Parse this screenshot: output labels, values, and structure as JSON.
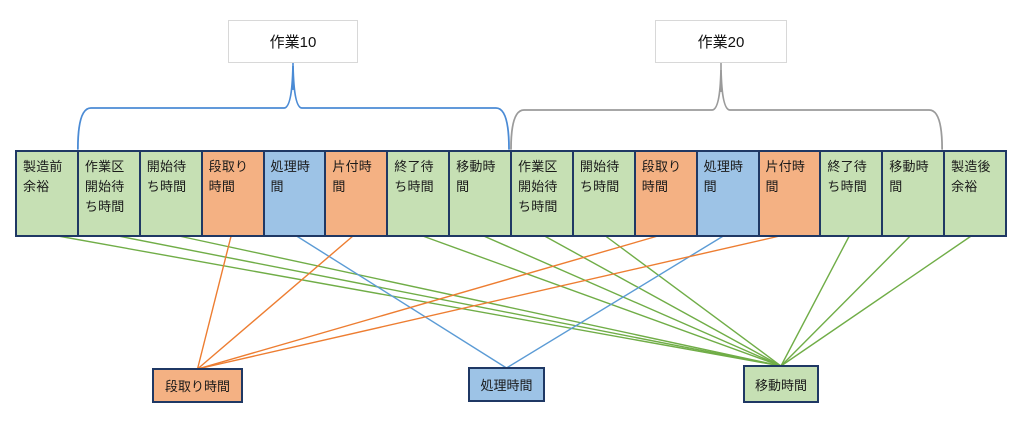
{
  "diagram_title": "task-time-breakdown-diagram",
  "colors": {
    "green_fill": "#C6E0B4",
    "orange_fill": "#F4B183",
    "blue_fill": "#9DC3E6",
    "box_border": "#1F3864",
    "top_box_border": "#D8D8D8",
    "green_line": "#70AD47",
    "orange_line": "#ED7D31",
    "blue_line": "#5B9BD5",
    "blue_brace": "#4B8BD5",
    "gray_brace": "#9B9B9B",
    "text_color": "#1A1A1A"
  },
  "tasks": [
    {
      "label": "作業10",
      "brace_color_key": "blue_brace",
      "covers_cells": [
        1,
        7
      ]
    },
    {
      "label": "作業20",
      "brace_color_key": "gray_brace",
      "covers_cells": [
        8,
        14
      ]
    }
  ],
  "timeline": {
    "cells": [
      {
        "label": "製造前余裕",
        "type": "green"
      },
      {
        "label": "作業区開始待ち時間",
        "type": "green"
      },
      {
        "label": "開始待ち時間",
        "type": "green"
      },
      {
        "label": "段取り時間",
        "type": "orange"
      },
      {
        "label": "処理時間",
        "type": "blue"
      },
      {
        "label": "片付時間",
        "type": "orange"
      },
      {
        "label": "終了待ち時間",
        "type": "green"
      },
      {
        "label": "移動時間",
        "type": "green"
      },
      {
        "label": "作業区開始待ち時間",
        "type": "green"
      },
      {
        "label": "開始待ち時間",
        "type": "green"
      },
      {
        "label": "段取り時間",
        "type": "orange"
      },
      {
        "label": "処理時間",
        "type": "blue"
      },
      {
        "label": "片付時間",
        "type": "orange"
      },
      {
        "label": "終了待ち時間",
        "type": "green"
      },
      {
        "label": "移動時間",
        "type": "green"
      },
      {
        "label": "製造後余裕",
        "type": "green"
      }
    ]
  },
  "legend": [
    {
      "label": "段取り時間",
      "type": "orange"
    },
    {
      "label": "処理時間",
      "type": "blue"
    },
    {
      "label": "移動時間",
      "type": "green"
    }
  ]
}
